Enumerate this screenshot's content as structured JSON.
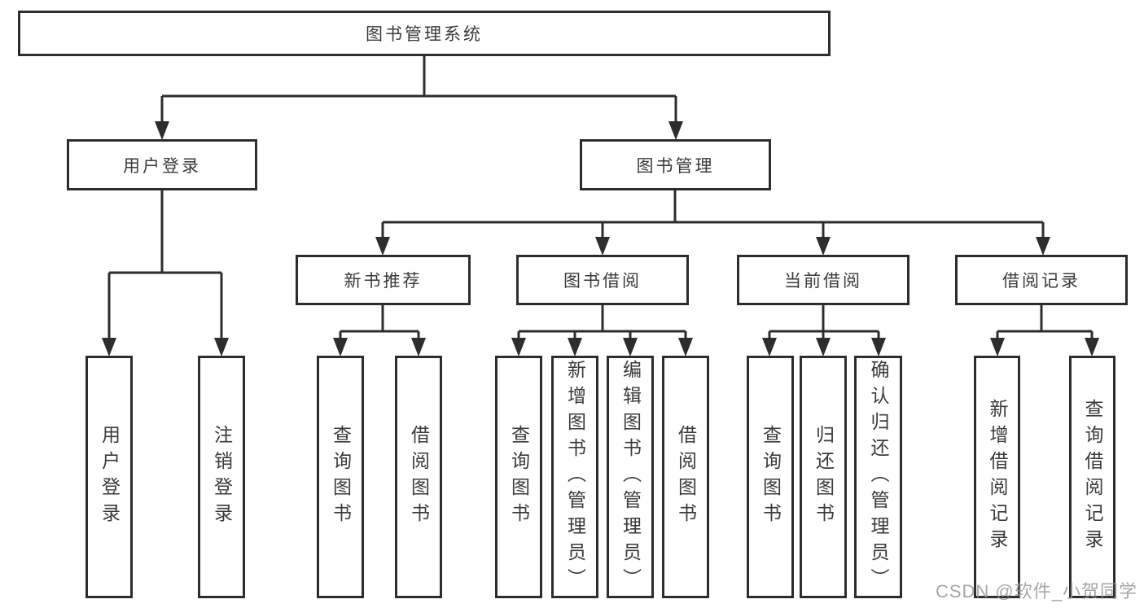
{
  "diagram": {
    "root": {
      "label": "图书管理系统"
    },
    "branches": [
      {
        "label": "用户登录",
        "children": [
          {
            "label": "用户登录"
          },
          {
            "label": "注销登录"
          }
        ]
      },
      {
        "label": "图书管理",
        "children": [
          {
            "label": "新书推荐",
            "children": [
              {
                "label": "查询图书"
              },
              {
                "label": "借阅图书"
              }
            ]
          },
          {
            "label": "图书借阅",
            "children": [
              {
                "label": "查询图书"
              },
              {
                "label": "新增图书（管理员）"
              },
              {
                "label": "编辑图书（管理员）"
              },
              {
                "label": "借阅图书"
              }
            ]
          },
          {
            "label": "当前借阅",
            "children": [
              {
                "label": "查询图书"
              },
              {
                "label": "归还图书"
              },
              {
                "label": "确认归还（管理员）"
              }
            ]
          },
          {
            "label": "借阅记录",
            "children": [
              {
                "label": "新增借阅记录"
              },
              {
                "label": "查询借阅记录"
              }
            ]
          }
        ]
      }
    ],
    "watermark": "CSDN @软件_小贺同学",
    "colors": {
      "line": "#2d2d2d",
      "text": "#3a3a3a",
      "background": "#ffffff",
      "watermark": "#969696"
    }
  }
}
